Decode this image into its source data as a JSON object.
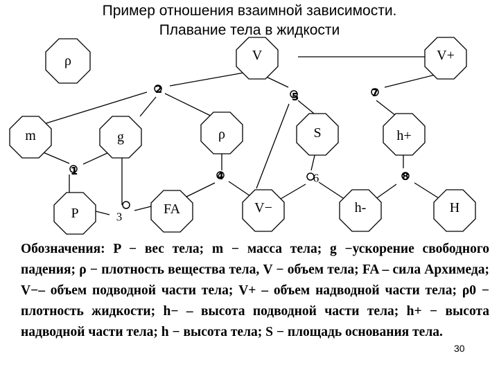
{
  "title": {
    "line1": "Пример отношения взаимной зависимости.",
    "line2": "Плавание тела в жидкости"
  },
  "nodes": {
    "rho_top": "ρ",
    "V": "V",
    "V_plus": "V+",
    "m": "m",
    "g": "g",
    "rho_mid": "ρ",
    "S": "S",
    "h_plus": "h+",
    "P": "P",
    "FA": "FA",
    "V_minus": "V−",
    "h_minus": "h-",
    "H": "H"
  },
  "relations": {
    "r1": "2",
    "r2": "5",
    "r3": "7",
    "r4": "1",
    "r5": "4",
    "r6": "6",
    "r7": "8",
    "r8": "3"
  },
  "legend": {
    "text": "Обозначения: P − вес тела; m − масса тела; g −ускорение свободного падения; ρ − плотность вещества тела, V − объем тела; FA – сила Архимеда; V−– объем подводной части тела; V+ – объем надводной части тела; ρ0 − плотность жидкости; h− – высота подводной части тела; h+ − высота надводной части тела; h − высота тела; S − площадь основания тела."
  },
  "page_number": "30"
}
